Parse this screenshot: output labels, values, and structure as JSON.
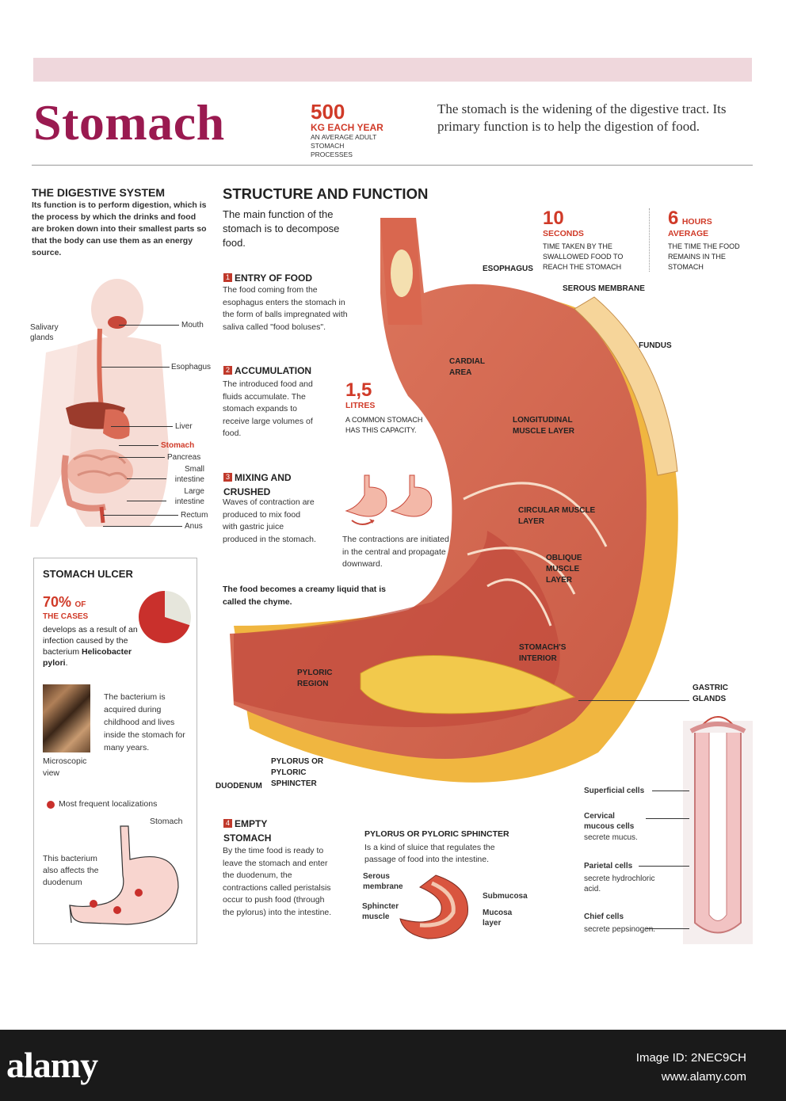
{
  "header": {
    "title": "Stomach",
    "stat_value": "500",
    "stat_unit": "KG EACH YEAR",
    "stat_caption": "AN AVERAGE ADULT STOMACH PROCESSES",
    "intro": "The stomach is the widening of the digestive tract. Its primary function is to help the digestion of food."
  },
  "digestive_system": {
    "heading": "THE DIGESTIVE SYSTEM",
    "text": "Its function is to perform digestion, which is the process by which the drinks and food are broken down into their smallest parts so that the body can use them as an energy source.",
    "labels": {
      "salivary": "Salivary glands",
      "mouth": "Mouth",
      "esophagus": "Esophagus",
      "liver": "Liver",
      "stomach": "Stomach",
      "pancreas": "Pancreas",
      "small_intestine": "Small intestine",
      "large_intestine": "Large intestine",
      "rectum": "Rectum",
      "anus": "Anus"
    }
  },
  "structure": {
    "heading": "STRUCTURE AND FUNCTION",
    "subtitle": "The main function of the stomach is to decompose food.",
    "steps": [
      {
        "num": "1",
        "title": "ENTRY OF FOOD",
        "text": "The food coming from the esophagus enters the stomach in the form of balls impregnated with saliva called \"food boluses\"."
      },
      {
        "num": "2",
        "title": "ACCUMULATION",
        "text": "The introduced food and fluids accumulate. The stomach expands to receive large volumes of food."
      },
      {
        "num": "3",
        "title": "MIXING AND CRUSHED",
        "text": "Waves of contraction are produced to mix food with gastric juice produced in the stomach."
      },
      {
        "num": "4",
        "title": "EMPTY STOMACH",
        "text": "By the time food is ready to leave the stomach and enter the duodenum, the contractions called peristalsis occur to push food (through the pylorus) into the intestine."
      }
    ],
    "contractions_caption": "The contractions are initiated in the central and propagate downward.",
    "chyme_text_a": "The food becomes a creamy liquid that is called the ",
    "chyme_word": "chyme",
    "chyme_end": "."
  },
  "stats": {
    "capacity_value": "1,5",
    "capacity_unit": "LITRES",
    "capacity_caption": "A COMMON STOMACH HAS THIS CAPACITY.",
    "time_value": "10",
    "time_unit": "SECONDS",
    "time_caption": "TIME TAKEN BY THE SWALLOWED FOOD TO REACH THE STOMACH",
    "hours_value": "6",
    "hours_unit": "HOURS",
    "hours_sub": "AVERAGE",
    "hours_caption": "THE TIME THE FOOD REMAINS IN THE STOMACH"
  },
  "anatomy_labels": {
    "esophagus": "ESOPHAGUS",
    "serous": "SEROUS MEMBRANE",
    "fundus": "FUNDUS",
    "cardial": "CARDIAL AREA",
    "longitudinal": "LONGITUDINAL MUSCLE LAYER",
    "circular": "CIRCULAR MUSCLE LAYER",
    "oblique": "OBLIQUE MUSCLE LAYER",
    "interior": "STOMACH'S INTERIOR",
    "pyloric_region": "PYLORIC REGION",
    "gastric_glands": "GASTRIC GLANDS",
    "pylorus": "PYLORUS OR PYLORIC SPHINCTER",
    "duodenum": "DUODENUM"
  },
  "ulcer": {
    "heading": "STOMACH ULCER",
    "percent": "70%",
    "of": "OF",
    "cases": "THE CASES",
    "text_a": "develops as a result of an infection caused by the bacterium ",
    "bacterium": "Helicobacter pylori",
    "text_end": ".",
    "micro_caption": "Microscopic view",
    "bacterium_text": "The bacterium is acquired during childhood and lives inside the stomach for many years.",
    "legend": "Most frequent localizations",
    "stomach_label": "Stomach",
    "duodenum_text": "This bacterium also affects the duodenum",
    "pie_percent": 70
  },
  "sphincter": {
    "heading": "PYLORUS OR PYLORIC SPHINCTER",
    "text": "Is a kind of sluice that regulates the passage of food into the intestine.",
    "serous": "Serous membrane",
    "sphincter_muscle": "Sphincter muscle",
    "submucosa": "Submucosa",
    "mucosa": "Mucosa layer"
  },
  "glands": {
    "superficial": "Superficial cells",
    "cervical_title": "Cervical mucous cells",
    "cervical_text": "secrete mucus.",
    "parietal_title": "Parietal cells",
    "parietal_text": "secrete hydrochloric acid.",
    "chief_title": "Chief cells",
    "chief_text": "secrete pepsinogen."
  },
  "footer": {
    "brand": "alamy",
    "image_id": "Image ID: 2NEC9CH",
    "site": "www.alamy.com"
  },
  "colors": {
    "title": "#9a1a50",
    "accent_red": "#d03a28",
    "banner": "#efd7dc",
    "muscle": "#d9674f",
    "chyme": "#f2c94c"
  }
}
